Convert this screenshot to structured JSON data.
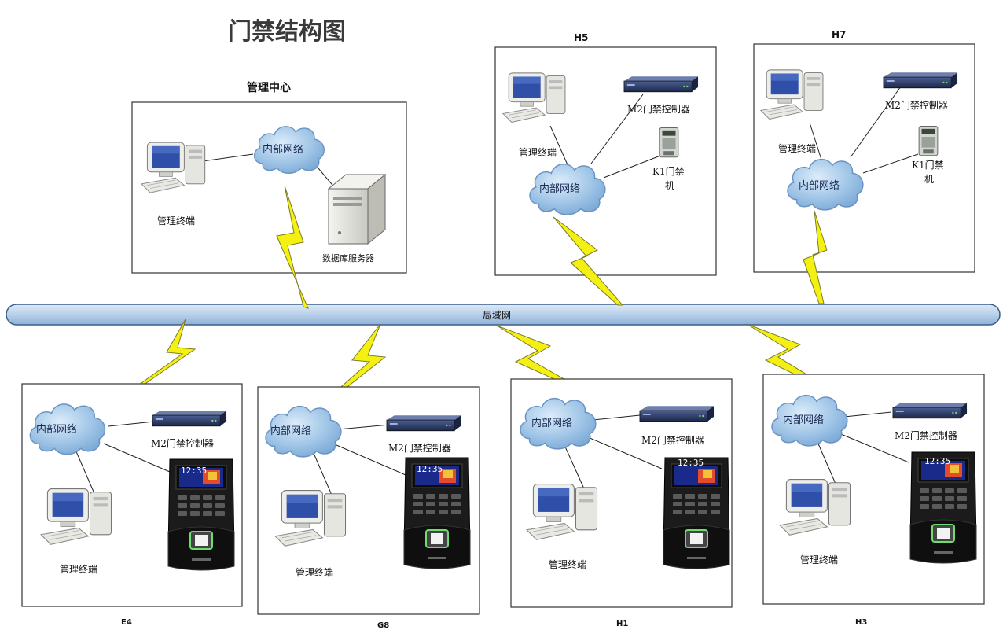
{
  "title": "门禁结构图",
  "bus_label": "局域网",
  "management_center": {
    "heading": "管理中心",
    "cloud": "内部网络",
    "terminal": "管理终端",
    "server": "数据库服务器"
  },
  "top_sites": [
    {
      "id": "H5",
      "cloud": "内部网络",
      "terminal": "管理终端",
      "controller": "M2门禁控制器",
      "k1_line1": "K1门禁",
      "k1_line2": "机"
    },
    {
      "id": "H7",
      "cloud": "内部网络",
      "terminal": "管理终端",
      "controller": "M2门禁控制器",
      "k1_line1": "K1门禁",
      "k1_line2": "机"
    }
  ],
  "bottom_sites": [
    {
      "id": "E4",
      "cloud": "内部网络",
      "terminal": "管理终端",
      "controller": "M2门禁控制器",
      "screen_time": "12:35"
    },
    {
      "id": "G8",
      "cloud": "内部网络",
      "terminal": "管理终端",
      "controller": "M2门禁控制器",
      "screen_time": "12:35"
    },
    {
      "id": "H1",
      "cloud": "内部网络",
      "terminal": "管理终端",
      "controller": "M2门禁控制器",
      "screen_time": "12:35"
    },
    {
      "id": "H3",
      "cloud": "内部网络",
      "terminal": "管理终端",
      "controller": "M2门禁控制器",
      "screen_time": "12:35"
    }
  ],
  "colors": {
    "bus_fill": "#c9dcee",
    "bus_stroke": "#3b5f8a",
    "cloud_fill": "#9ec4e6",
    "cloud_stroke": "#6a93c4",
    "bolt": "#f4f112",
    "device_dark": "#1e1e1e",
    "controller": "#2b3a63"
  }
}
